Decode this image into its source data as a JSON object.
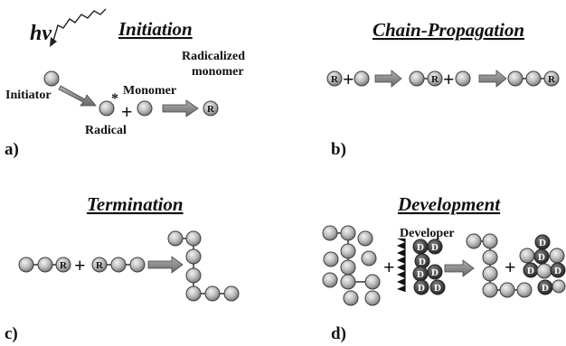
{
  "panels": {
    "a": {
      "title": "Initiation",
      "hv": "hν",
      "initiator": "Initiator",
      "radical": "Radical",
      "star": "*",
      "monomer": "Monomer",
      "radicalized_line1": "Radicalized",
      "radicalized_line2": "monomer",
      "plus": "+",
      "r_glyph": "R",
      "letter": "a)"
    },
    "b": {
      "title": "Chain-Propagation",
      "plus": "+",
      "r_glyph": "R",
      "letter": "b)"
    },
    "c": {
      "title": "Termination",
      "plus": "+",
      "r_glyph": "R",
      "letter": "c)"
    },
    "d": {
      "title": "Development",
      "developer": "Developer",
      "plus": "+",
      "d_glyph": "D",
      "letter": "d)"
    }
  },
  "colors": {
    "bead_fill": "#bdbdbd",
    "bead_stroke": "#3c3c3c",
    "dark_bead_fill": "#4a4a4a",
    "arrow_fill": "#8a8a8a",
    "text": "#111111"
  }
}
